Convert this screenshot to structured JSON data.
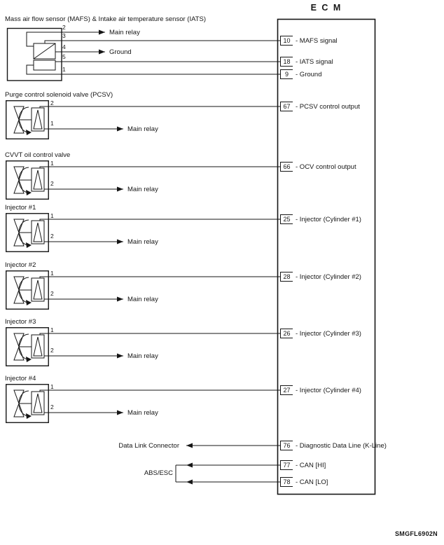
{
  "ecm": {
    "title": "E C M",
    "pins": [
      {
        "num": "10",
        "desc": "- MAFS signal"
      },
      {
        "num": "18",
        "desc": "- IATS signal"
      },
      {
        "num": "9",
        "desc": "- Ground"
      },
      {
        "num": "67",
        "desc": "- PCSV control output"
      },
      {
        "num": "66",
        "desc": "- OCV control output"
      },
      {
        "num": "25",
        "desc": "- Injector (Cylinder #1)"
      },
      {
        "num": "28",
        "desc": "- Injector (Cylinder #2)"
      },
      {
        "num": "26",
        "desc": "- Injector (Cylinder #3)"
      },
      {
        "num": "27",
        "desc": "- Injector (Cylinder #4)"
      },
      {
        "num": "76",
        "desc": "- Diagnostic Data Line (K-Line)"
      },
      {
        "num": "77",
        "desc": "- CAN [HI]"
      },
      {
        "num": "78",
        "desc": "- CAN [LO]"
      }
    ]
  },
  "mafs": {
    "label": "Mass air flow sensor (MAFS) & Intake air temperature sensor (IATS)",
    "pins": [
      "2",
      "3",
      "4",
      "5",
      "1"
    ],
    "main_relay": "Main relay",
    "ground": "Ground"
  },
  "devices": [
    {
      "label": "Purge control solenoid valve (PCSV)",
      "top_pin": "2",
      "bottom_pin": "1",
      "target": "Main relay"
    },
    {
      "label": "CVVT oil control valve",
      "top_pin": "1",
      "bottom_pin": "2",
      "target": "Main relay"
    },
    {
      "label": "Injector #1",
      "top_pin": "1",
      "bottom_pin": "2",
      "target": "Main relay"
    },
    {
      "label": "Injector #2",
      "top_pin": "1",
      "bottom_pin": "2",
      "target": "Main relay"
    },
    {
      "label": "Injector #3",
      "top_pin": "1",
      "bottom_pin": "2",
      "target": "Main relay"
    },
    {
      "label": "Injector #4",
      "top_pin": "1",
      "bottom_pin": "2",
      "target": "Main relay"
    }
  ],
  "bottom": {
    "data_link": "Data Link Connector",
    "abs_esc": "ABS/ESC"
  },
  "footer_code": "SMGFL6902N",
  "colors": {
    "line": "#161616",
    "background": "#ffffff"
  }
}
